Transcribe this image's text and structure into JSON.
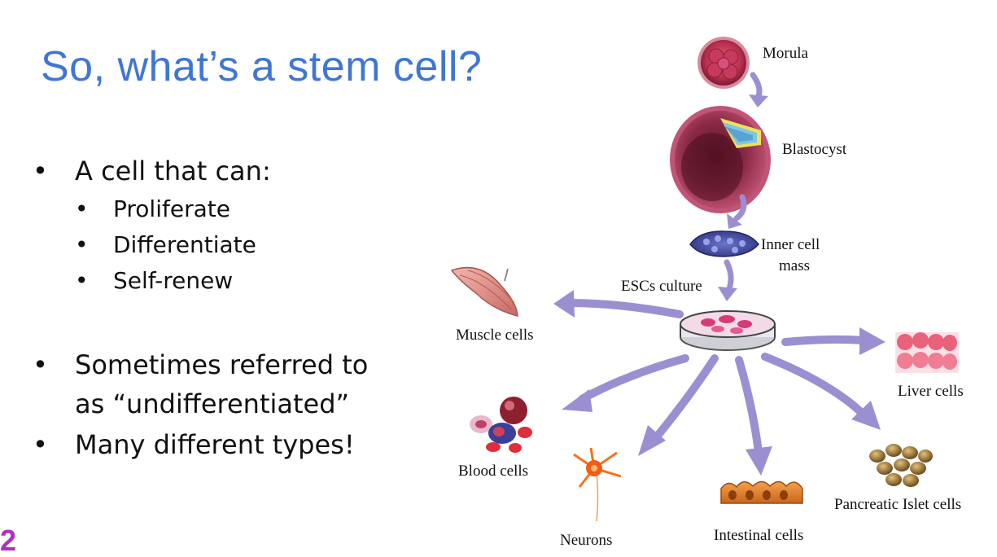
{
  "slide": {
    "title": "So, what’s a stem cell?",
    "bullets": [
      {
        "text": "A cell that can:",
        "sub": [
          "Proliferate",
          "Differentiate",
          "Self-renew"
        ]
      },
      {
        "text_lines": [
          "Sometimes referred to",
          "as “undifferentiated”"
        ]
      },
      {
        "text": "Many different types!"
      }
    ],
    "bullet_glyph": "•",
    "slide_number": "2"
  },
  "diagram": {
    "labels": {
      "morula": "Morula",
      "blastocyst": "Blastocyst",
      "inner_cell_mass_1": "Inner cell",
      "inner_cell_mass_2": "mass",
      "escs_culture": "ESCs culture",
      "muscle": "Muscle cells",
      "liver": "Liver cells",
      "blood": "Blood cells",
      "neurons": "Neurons",
      "intestinal": "Intestinal cells",
      "pancreatic": "Pancreatic Islet cells"
    },
    "colors": {
      "arrow": "#9b8fd2",
      "title": "#3f76d6",
      "slide_number": "#b12fbf"
    }
  }
}
